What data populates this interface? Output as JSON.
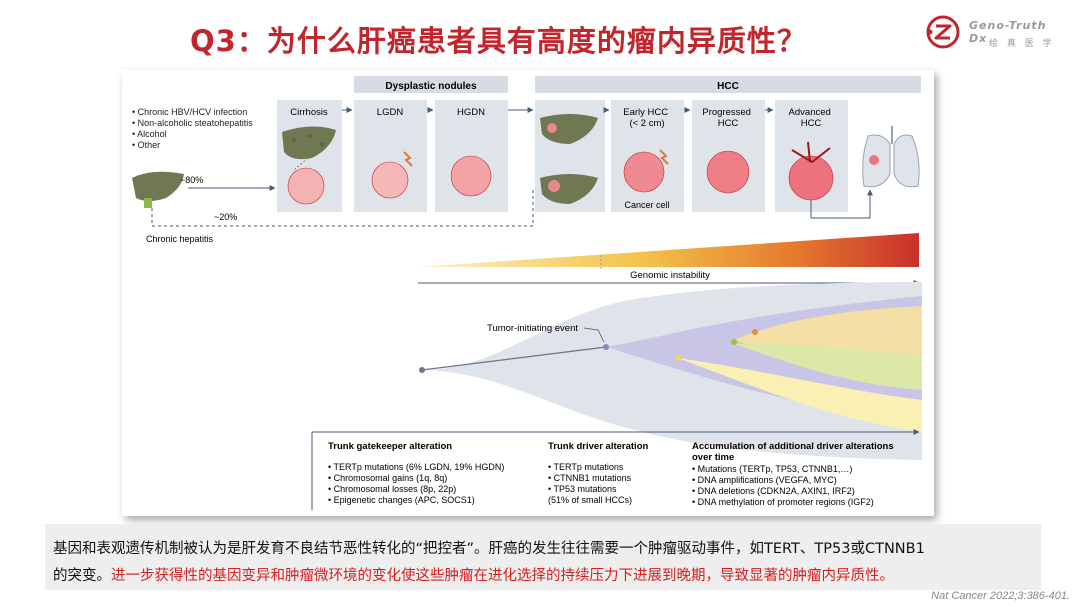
{
  "title": "Q3：为什么肝癌患者具有高度的瘤内异质性？",
  "logo": {
    "name": "Geno-Truth Dx",
    "cn": "绘 真 医 学",
    "color": "#c0262d"
  },
  "figure": {
    "groups": {
      "dysplastic": "Dysplastic nodules",
      "hcc": "HCC"
    },
    "risk_factors": [
      "• Chronic HBV/HCV infection",
      "• Non-alcoholic steatohepatitis",
      "• Alcohol",
      "• Other"
    ],
    "stages": {
      "cirrhosis": "Cirrhosis",
      "lgdn": "LGDN",
      "hgdn": "HGDN",
      "early_hcc": [
        "Early HCC",
        "(< 2 cm)"
      ],
      "progressed_hcc": [
        "Progressed",
        "HCC"
      ],
      "advanced_hcc": [
        "Advanced",
        "HCC"
      ]
    },
    "percent_80": "~80%",
    "percent_20": "~20%",
    "chronic_hepatitis": "Chronic hepatitis",
    "cancer_cell": "Cancer cell",
    "genomic_instability": "Genomic instability",
    "tumor_initiating_event": "Tumor-initiating event",
    "alterations": {
      "trunk_gatekeeper": {
        "heading": "Trunk gatekeeper alteration",
        "items": [
          "• TERTp mutations (6% LGDN, 19% HGDN)",
          "• Chromosomal gains (1q, 8q)",
          "• Chromosomal losses (8p, 22p)",
          "• Epigenetic changes (APC, SOCS1)"
        ]
      },
      "trunk_driver": {
        "heading": "Trunk driver alteration",
        "items": [
          "• TERTp mutations",
          "• CTNNB1 mutations",
          "• TP53 mutations",
          "  (51% of small HCCs)"
        ]
      },
      "accumulation": {
        "heading": [
          "Accumulation of additional driver alterations",
          "over time"
        ],
        "items": [
          "• Mutations (TERTp, TP53, CTNNB1,…)",
          "• DNA amplifications (VEGFA, MYC)",
          "• DNA deletions (CDKN2A, AXIN1, IRF2)",
          "• DNA methylation of promoter regions (IGF2)"
        ]
      }
    }
  },
  "caption": {
    "line1": "基因和表观遗传机制被认为是肝发育不良结节恶性转化的“把控者”。肝癌的发生往往需要一个肿瘤驱动事件，如TERT、TP53或CTNNB1",
    "line2_black": "的突变。",
    "line2_red": "进一步获得性的基因变异和肿瘤微环境的变化使这些肿瘤在进化选择的持续压力下进展到晚期，导致显著的肿瘤内异质性。"
  },
  "citation": "Nat Cancer 2022;3:386-401."
}
